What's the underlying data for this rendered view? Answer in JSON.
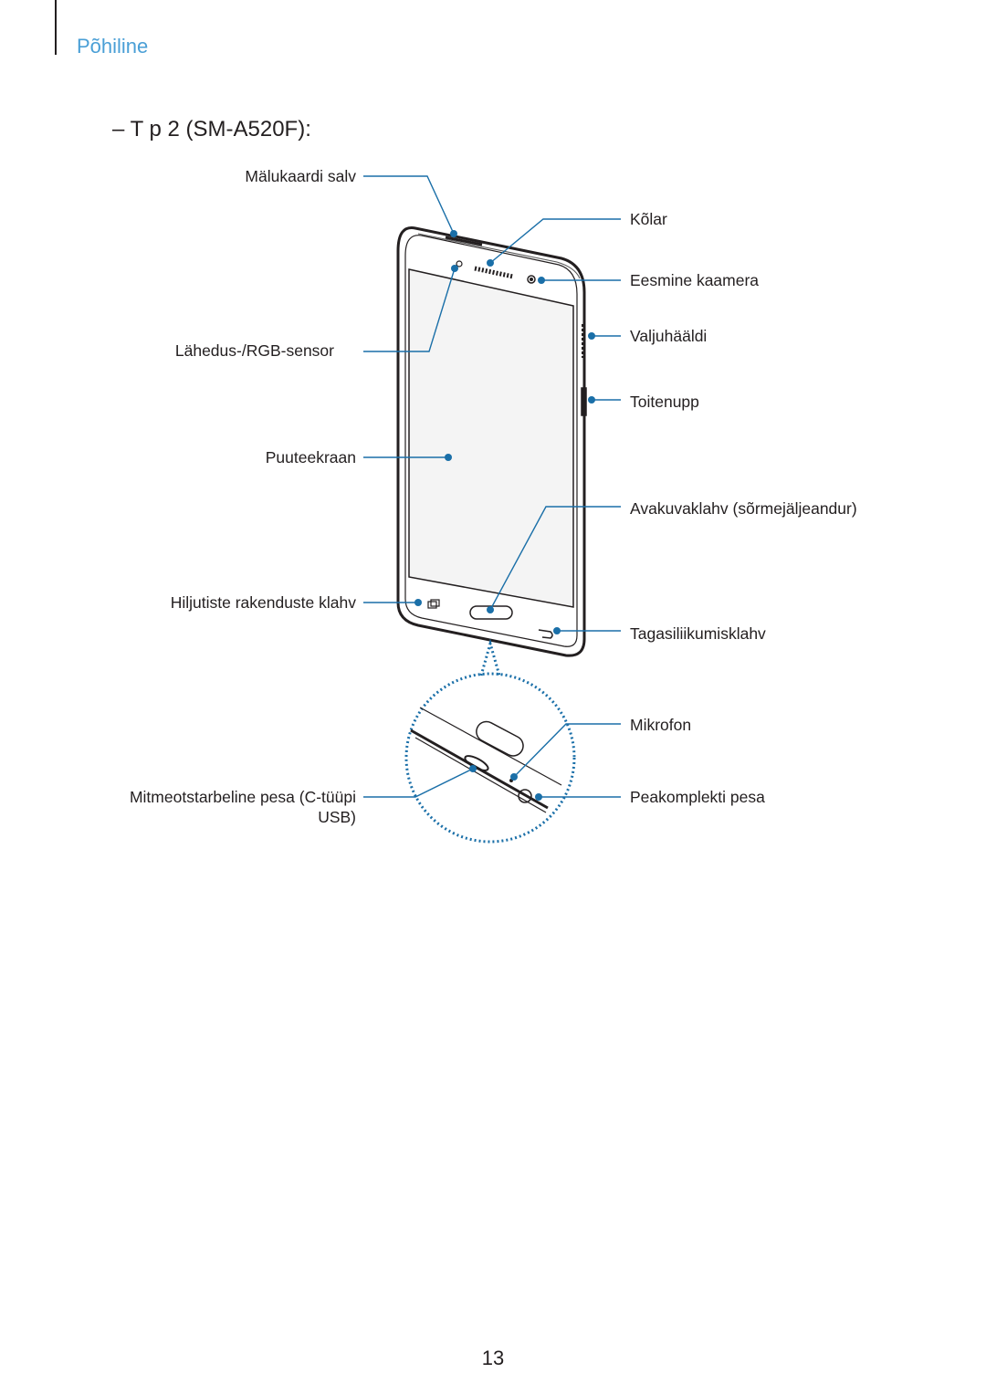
{
  "header": {
    "section_title": "Põhiline"
  },
  "model_heading": "–  T  p 2 (SM-A520F):",
  "labels": {
    "memory_card_tray": "Mälukaardi salv",
    "proximity_sensor": "Lähedus-/RGB-sensor",
    "touchscreen": "Puuteekraan",
    "recent_apps_key": "Hiljutiste rakenduste klahv",
    "multipurpose_jack_line1": "Mitmeotstarbeline pesa (C-tüüpi",
    "multipurpose_jack_line2": "USB)",
    "speaker": "Kõlar",
    "front_camera": "Eesmine kaamera",
    "volume_key": "Valjuhääldi",
    "power_key": "Toitenupp",
    "home_key": "Avakuvaklahv (sõrmejäljeandur)",
    "back_key": "Tagasiliikumisklahv",
    "microphone": "Mikrofon",
    "earphone_jack": "Peakomplekti pesa"
  },
  "colors": {
    "accent": "#4a9fd6",
    "callout": "#1a6fa8",
    "text": "#231f20"
  },
  "footer": {
    "page_number": "13"
  }
}
